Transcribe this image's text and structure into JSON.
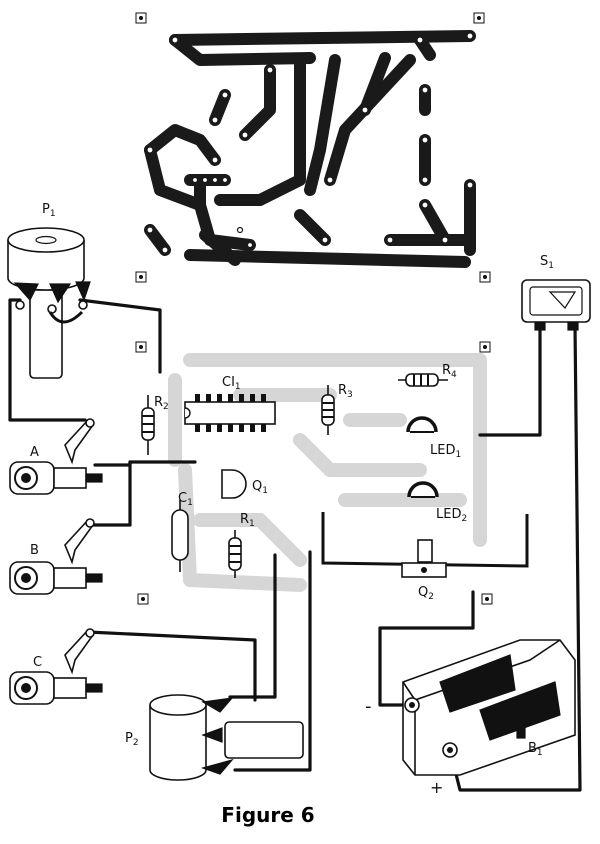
{
  "figure": {
    "caption": "Figure 6"
  },
  "labels": {
    "p1": {
      "main": "P",
      "sub": "1"
    },
    "p2": {
      "main": "P",
      "sub": "2"
    },
    "s1": {
      "main": "S",
      "sub": "1"
    },
    "ci1": {
      "main": "CI",
      "sub": "1"
    },
    "r2": {
      "main": "R",
      "sub": "2"
    },
    "r3": {
      "main": "R",
      "sub": "3"
    },
    "r4": {
      "main": "R",
      "sub": "4"
    },
    "r1": {
      "main": "R",
      "sub": "1"
    },
    "c1": {
      "main": "C",
      "sub": "1"
    },
    "q1": {
      "main": "Q",
      "sub": "1"
    },
    "q2": {
      "main": "Q",
      "sub": "2"
    },
    "led1": {
      "main": "LED",
      "sub": "1"
    },
    "led2": {
      "main": "LED",
      "sub": "2"
    },
    "b1": {
      "main": "B",
      "sub": "1"
    },
    "jack_a": "A",
    "jack_b": "B",
    "jack_c": "C",
    "minus": "-",
    "plus": "+"
  },
  "colors": {
    "ink": "#111111",
    "ghost_pcb": "#d6d6d6",
    "paper": "#ffffff"
  }
}
